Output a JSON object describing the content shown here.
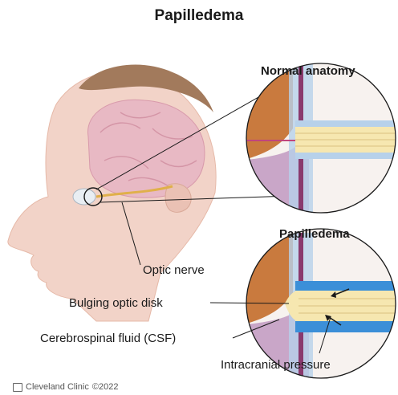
{
  "title": "Papilledema",
  "panels": {
    "normal_label": "Normal anatomy",
    "papilledema_label": "Papilledema"
  },
  "labels": {
    "optic_nerve": "Optic nerve",
    "bulging_disk": "Bulging optic disk",
    "csf": "Cerebrospinal fluid (CSF)",
    "intracranial_pressure": "Intracranial pressure"
  },
  "footer": {
    "brand": "Cleveland Clinic",
    "copyright": "©2022"
  },
  "colors": {
    "skin": "#f2d3c8",
    "hair": "#a27a5c",
    "brain": "#e8b9c4",
    "nerve_yellow": "#f6e7b0",
    "csf_blue": "#3b8fd8",
    "bone": "#c97a3e",
    "sheath": "#b7d1ea"
  }
}
